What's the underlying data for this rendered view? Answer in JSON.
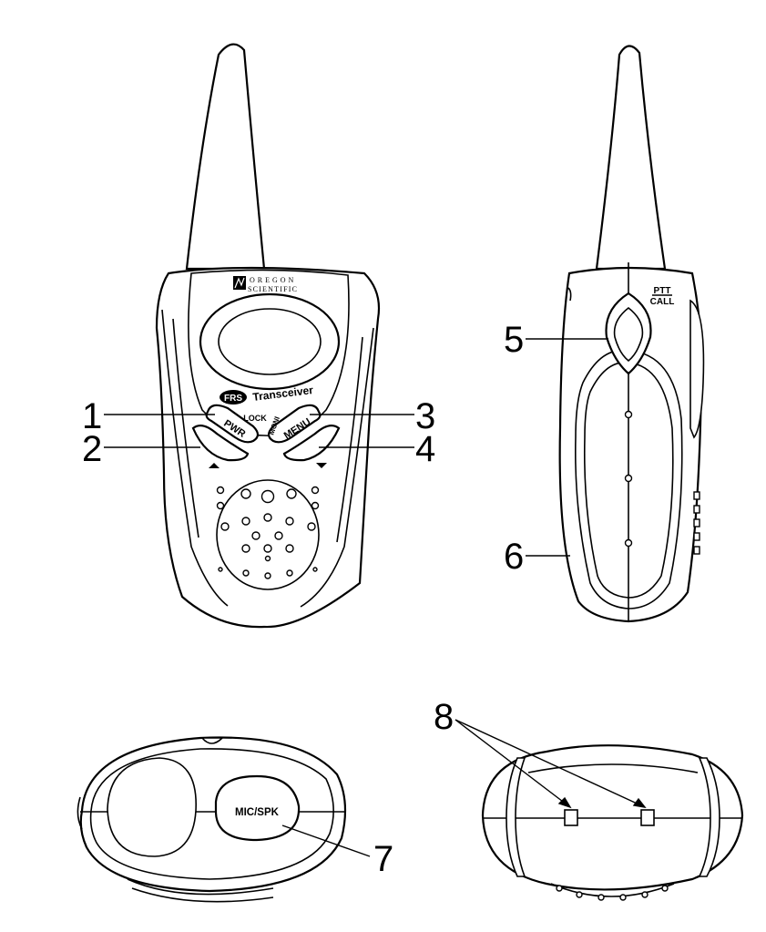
{
  "brand": {
    "line1": "OREGON",
    "line2": "SCIENTIFIC"
  },
  "front": {
    "frs_badge": "FRS",
    "model": "Transceiver",
    "lock_label": "LOCK",
    "pwr_label": "PWR",
    "moni_label": "MONI",
    "menu_label": "MENU"
  },
  "side": {
    "ptt_label": "PTT",
    "call_label": "CALL"
  },
  "top": {
    "mic_label": "MIC/SPK"
  },
  "callouts": [
    "1",
    "2",
    "3",
    "4",
    "5",
    "6",
    "7",
    "8"
  ]
}
